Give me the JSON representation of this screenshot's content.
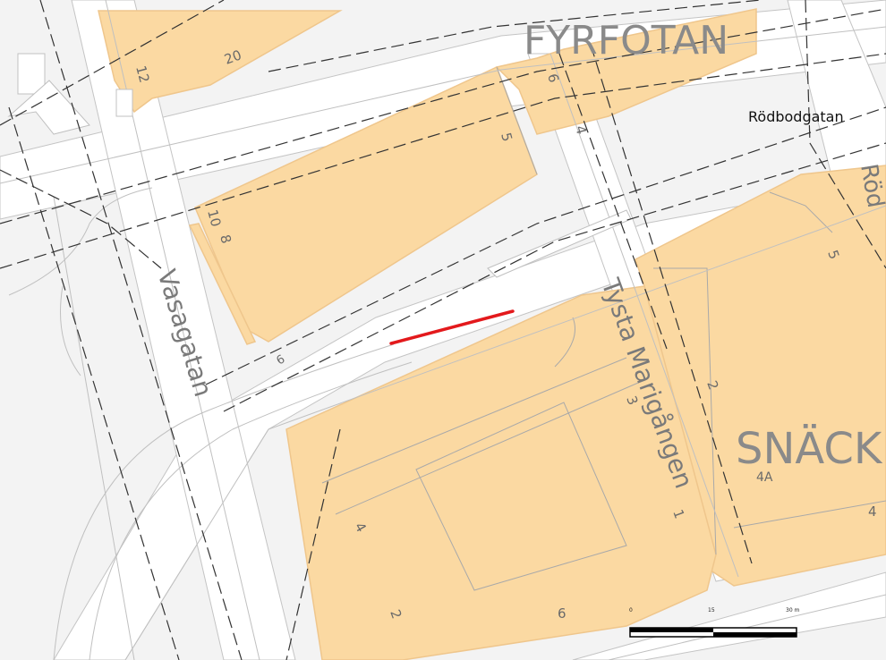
{
  "map": {
    "colors": {
      "background": "#f3f3f3",
      "road": "#ffffff",
      "building": "#fbd9a2",
      "building_edge": "#f0c78a",
      "outline": "#b9b9b9",
      "dashed": "#333333",
      "highlight": "#e3191c"
    },
    "area_labels": {
      "fyrfotan": "FYRFOTAN",
      "snackan": "SNÄCK"
    },
    "street_labels": {
      "vasagatan": "Vasagatan",
      "tysta_marigangen": "Tysta Marigången",
      "rodbodgatan": "Rödbodgatan",
      "rodbodgatan_partial": "Röd"
    },
    "house_numbers": {
      "n12": "12",
      "n20": "20",
      "n5_top": "5",
      "n6_top": "6",
      "n4_top": "4",
      "n10": "10",
      "n8": "8",
      "n6_road": "6",
      "n5_right": "5",
      "n2_right": "2",
      "n3": "3",
      "n4a": "4A",
      "n1": "1",
      "n4_left": "4",
      "n4_right": "4",
      "n2_bottom": "2",
      "n6_bottom": "6"
    },
    "scale_bar": {
      "tick_0": "0",
      "tick_15": "15",
      "tick_30": "30 m"
    },
    "icons": {
      "highlight": "highlighted-segment",
      "scale": "scale-bar"
    }
  }
}
